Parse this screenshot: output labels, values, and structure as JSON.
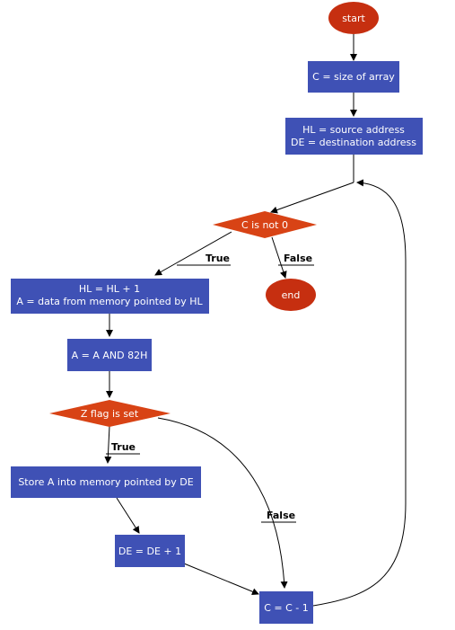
{
  "colors": {
    "process": "#3f51b5",
    "decision": "#d84315",
    "terminal": "#c62f10",
    "edge": "#000000",
    "text": "#ffffff"
  },
  "nodes": {
    "start": "start",
    "size": "C = size of array",
    "addr_line1": "HL = source address",
    "addr_line2": "DE = destination address",
    "cond_c": "C is not 0",
    "end": "end",
    "hl_line1": "HL = HL + 1",
    "hl_line2": "A = data from memory pointed by HL",
    "and": "A = A AND 82H",
    "zflag": "Z flag is set",
    "store": "Store A into memory pointed by DE",
    "de_inc": "DE = DE + 1",
    "c_dec": "C = C - 1"
  },
  "edges": {
    "cond_true": "True",
    "cond_false": "False",
    "z_true": "True",
    "z_false": "False"
  }
}
